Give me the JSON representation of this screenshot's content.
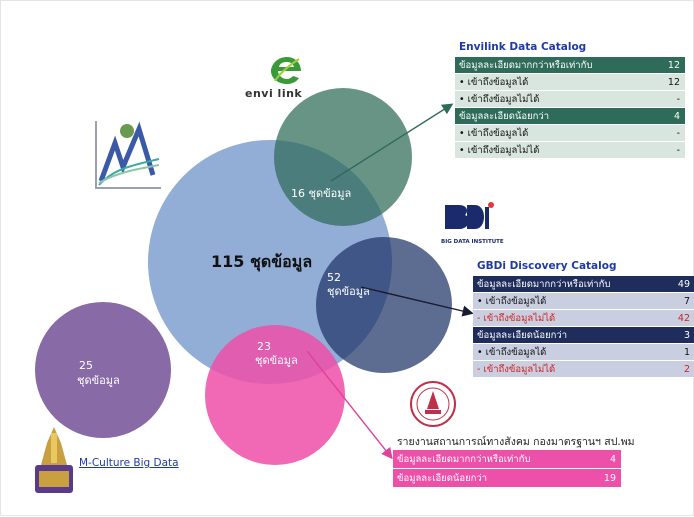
{
  "center": {
    "count": "115 ชุดข้อมูล"
  },
  "envilink": {
    "logo_text": "envi link",
    "circle_label": "16 ชุดข้อมูล",
    "catalog_title": "Envilink Data Catalog",
    "rows": [
      {
        "label": "ข้อมูลละเอียดมากกว่าหรือเท่ากับ",
        "value": "12",
        "kind": "head"
      },
      {
        "label": "•   เข้าถึงข้อมูลได้",
        "value": "12",
        "kind": "sub"
      },
      {
        "label": "•   เข้าถึงข้อมูลไม่ได้",
        "value": "-",
        "kind": "sub"
      },
      {
        "label": "ข้อมูลละเอียดน้อยกว่า",
        "value": "4",
        "kind": "head"
      },
      {
        "label": "•   เข้าถึงข้อมูลได้",
        "value": "-",
        "kind": "sub"
      },
      {
        "label": "•   เข้าถึงข้อมูลไม่ได้",
        "value": "-",
        "kind": "sub"
      }
    ]
  },
  "gbdi": {
    "logo_text": "BIG DATA INSTITUTE",
    "circle_label_1": "52",
    "circle_label_2": "ชุดข้อมูล",
    "catalog_title": "GBDi Discovery Catalog",
    "rows": [
      {
        "label": "ข้อมูลละเอียดมากกว่าหรือเท่ากับ",
        "value": "49",
        "kind": "head"
      },
      {
        "label": "•   เข้าถึงข้อมูลได้",
        "value": "7",
        "kind": "sub"
      },
      {
        "label": "-   เข้าถึงข้อมูลไม่ได้",
        "value": "42",
        "kind": "subred"
      },
      {
        "label": "ข้อมูลละเอียดน้อยกว่า",
        "value": "3",
        "kind": "head"
      },
      {
        "label": "•   เข้าถึงข้อมูลได้",
        "value": "1",
        "kind": "sub"
      },
      {
        "label": "-   เข้าถึงข้อมูลไม่ได้",
        "value": "2",
        "kind": "subred"
      }
    ]
  },
  "mculture": {
    "circle_label_1": "25",
    "circle_label_2": "ชุดข้อมูล",
    "title": "M-Culture Big Data"
  },
  "social": {
    "circle_label_1": "23",
    "circle_label_2": "ชุดข้อมูล",
    "report_title": "รายงานสถานการณ์ทางสังคม กองมาตรฐานฯ สป.พม",
    "rows": [
      {
        "label": "ข้อมูลละเอียดมากกว่าหรือเท่ากับ",
        "value": "4"
      },
      {
        "label": "ข้อมูลละเอียดน้อยกว่า",
        "value": "19"
      }
    ]
  },
  "colors": {
    "envilink_dark": "#2e6b58",
    "envilink_light": "#d9e6df",
    "gbdi_dark": "#1f2d5c",
    "gbdi_light": "#c9cfe0",
    "pink": "#ee4fa8",
    "blue_circle": "#7f9fcf",
    "purple_circle": "#7a5a9c"
  }
}
